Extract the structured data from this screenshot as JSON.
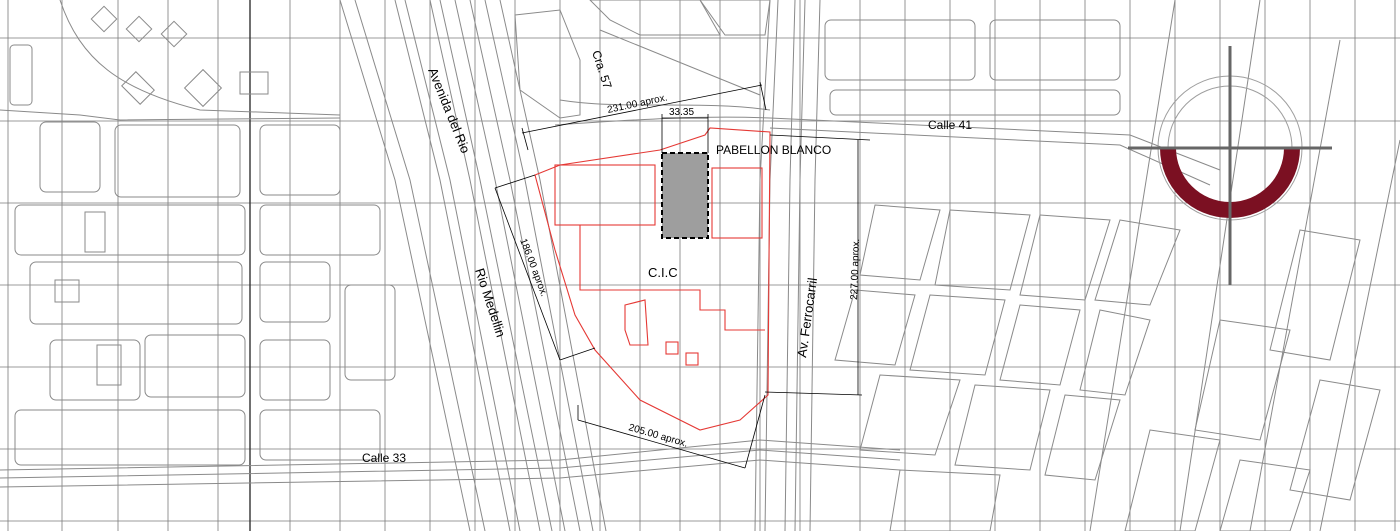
{
  "map": {
    "streets": {
      "avenida_del_rio": "Avenida del Rio",
      "rio_medellin": "Rio Medellin",
      "cra_57": "Cra. 57",
      "calle_41": "Calle 41",
      "calle_33": "Calle 33",
      "av_ferrocarril": "Av. Ferrocarril"
    },
    "places": {
      "pabellon_blanco": "PABELLON BLANCO",
      "cic": "C.I.C"
    },
    "dimensions": {
      "top": "231.00 aprox.",
      "pavilion_width": "33.35",
      "west": "186.00 aprox.",
      "east": "227.00 aprox.",
      "south": "205.00 aprox."
    },
    "colors": {
      "site_outline": "#e53935",
      "pavilion_fill": "#9e9e9e",
      "north_marker": "#7b1022",
      "linework": "#8a8a8a"
    },
    "icons": [
      "north-arrow-icon"
    ]
  }
}
